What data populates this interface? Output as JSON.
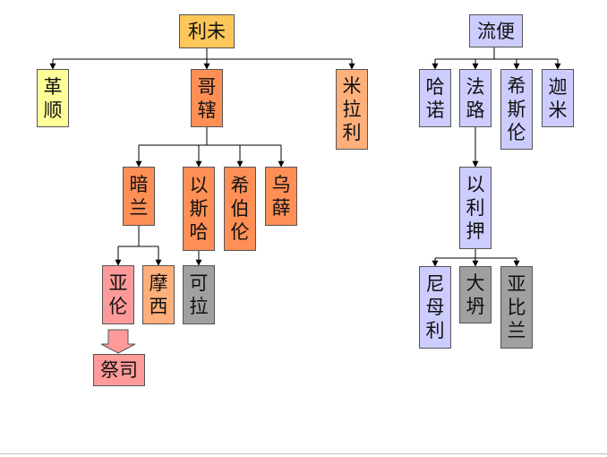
{
  "colors": {
    "yellow": "#ffff99",
    "gold": "#ffc65a",
    "orange": "#ff8f55",
    "peach": "#ffb07a",
    "lavender": "#ccccff",
    "gray": "#a0a0a0",
    "pink": "#ff9a9a",
    "line": "#000000"
  },
  "left_tree": {
    "root": "利未",
    "children": [
      "革顺",
      "哥辖",
      "米拉利"
    ],
    "kohath_children": [
      "暗兰",
      "以斯哈",
      "希伯伦",
      "乌薛"
    ],
    "amram_children": [
      "亚伦",
      "摩西"
    ],
    "izhar_child": "可拉",
    "aaron_role": "祭司"
  },
  "right_tree": {
    "root": "流便",
    "children": [
      "哈诺",
      "法路",
      "希斯伦",
      "迦米"
    ],
    "pallu_child": "以利押",
    "eliab_children": [
      "尼母利",
      "大坍",
      "亚比兰"
    ]
  }
}
